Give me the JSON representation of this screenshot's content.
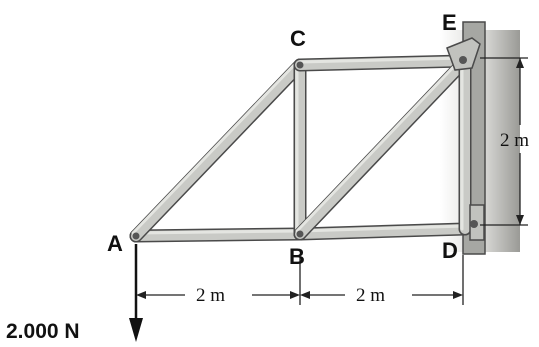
{
  "nodes": {
    "A": "A",
    "B": "B",
    "C": "C",
    "D": "D",
    "E": "E"
  },
  "dimensions": {
    "ab": "2 m",
    "bd": "2 m",
    "vertical": "2 m"
  },
  "load": {
    "label": "2.000 N"
  }
}
